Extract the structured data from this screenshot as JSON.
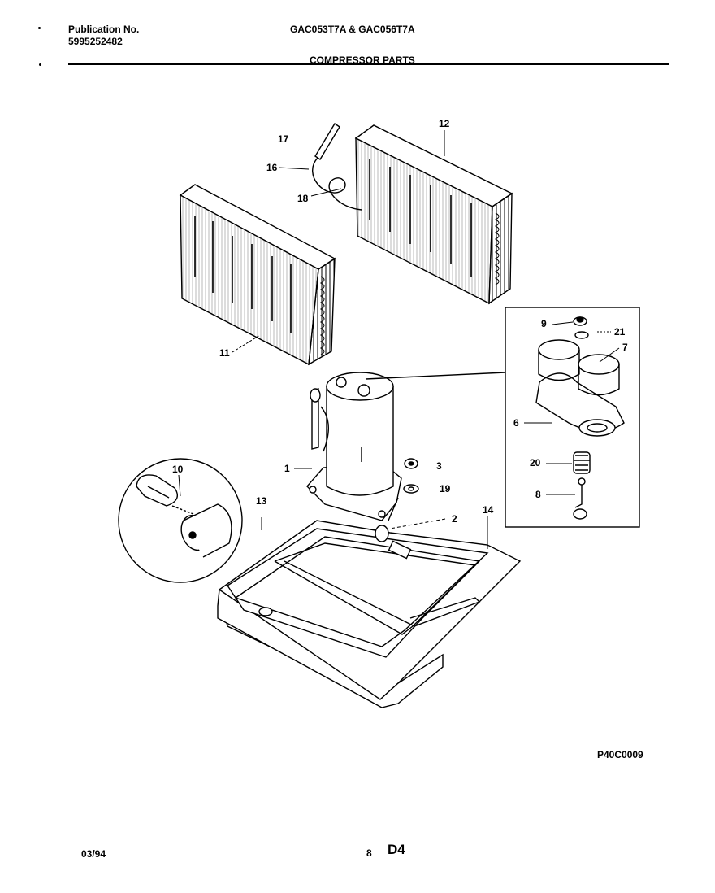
{
  "header": {
    "publication_label": "Publication No.",
    "publication_number": "5995252482",
    "models": "GAC053T7A & GAC056T7A",
    "section_title": "COMPRESSOR PARTS"
  },
  "callouts": [
    "17",
    "16",
    "18",
    "12",
    "11",
    "9",
    "21",
    "7",
    "6",
    "20",
    "8",
    "1",
    "3",
    "19",
    "10",
    "13",
    "2",
    "14"
  ],
  "footer": {
    "drawing_code": "P40C0009",
    "date": "03/94",
    "page_number": "8",
    "page_code": "D4"
  }
}
